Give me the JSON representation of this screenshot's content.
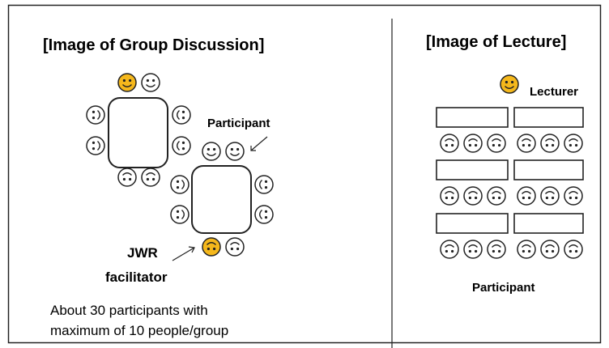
{
  "group_discussion": {
    "title": "[Image of Group Discussion]",
    "participant_label": "Participant",
    "facilitator_label_line1": "JWR",
    "facilitator_label_line2": "facilitator",
    "note_line1": "About 30 participants with",
    "note_line2": "maximum of 10 people/group"
  },
  "lecture": {
    "title": "[Image of Lecture]",
    "lecturer_label": "Lecturer",
    "participant_label": "Participant"
  },
  "colors": {
    "highlight": "#f5b81c",
    "outline": "#222222",
    "face_fill": "#ffffff"
  }
}
